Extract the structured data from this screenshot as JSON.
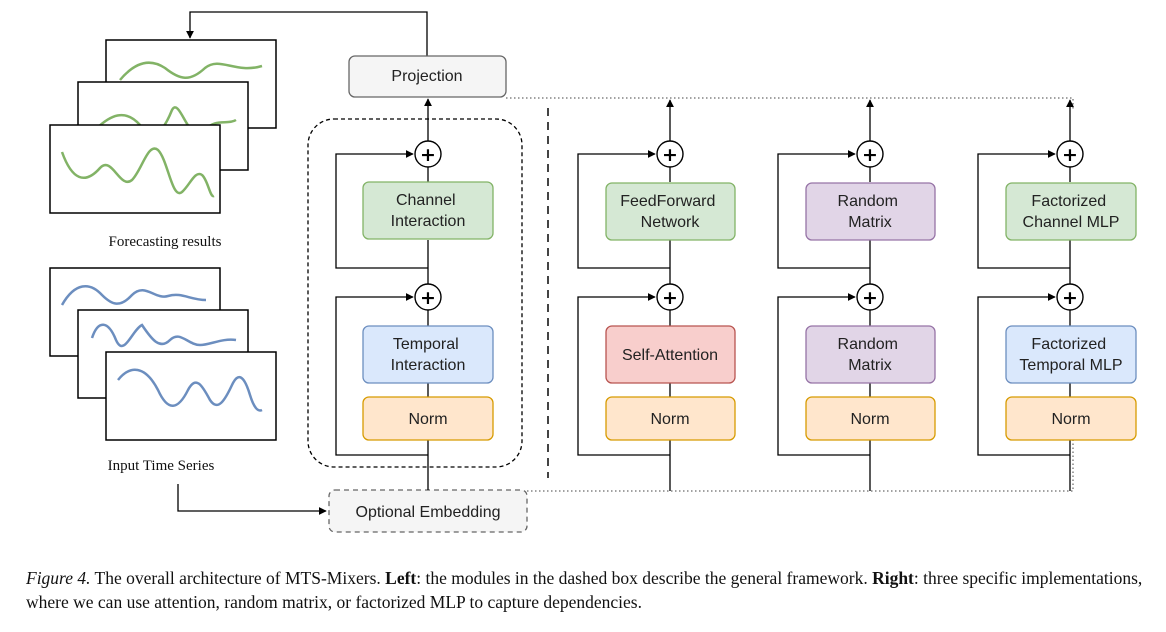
{
  "colors": {
    "green_fill": "#d5e8d4",
    "green_stroke": "#82b366",
    "blue_fill": "#dae8fc",
    "blue_stroke": "#6c8ebf",
    "orange_fill": "#ffe6cc",
    "orange_stroke": "#d79b00",
    "red_fill": "#f8cecc",
    "red_stroke": "#b85450",
    "purple_fill": "#e1d5e7",
    "purple_stroke": "#9673a6",
    "gray_fill": "#f5f5f5",
    "gray_stroke": "#666666",
    "wave_green": "#82b366",
    "wave_blue": "#6c8ebf"
  },
  "left": {
    "forecasting_label": "Forecasting results",
    "input_label": "Input Time Series"
  },
  "projection": "Projection",
  "optional_embedding": "Optional Embedding",
  "general": {
    "channel": [
      "Channel",
      "Interaction"
    ],
    "temporal": [
      "Temporal",
      "Interaction"
    ],
    "norm": "Norm"
  },
  "impl1": {
    "top": [
      "FeedForward",
      "Network"
    ],
    "bottom": "Self-Attention",
    "norm": "Norm"
  },
  "impl2": {
    "top": [
      "Random",
      "Matrix"
    ],
    "bottom": [
      "Random",
      "Matrix"
    ],
    "norm": "Norm"
  },
  "impl3": {
    "top": [
      "Factorized",
      "Channel MLP"
    ],
    "bottom": [
      "Factorized",
      "Temporal MLP"
    ],
    "norm": "Norm"
  },
  "plus_symbol": "+",
  "caption": {
    "fig": "Figure 4.",
    "text1": " The overall architecture of MTS-Mixers. ",
    "left_bold": "Left",
    "text2": ": the modules in the dashed box describe the general framework. ",
    "right_bold": "Right",
    "text3": ": three specific implementations, where we can use attention, random matrix, or factorized MLP to capture dependencies."
  }
}
